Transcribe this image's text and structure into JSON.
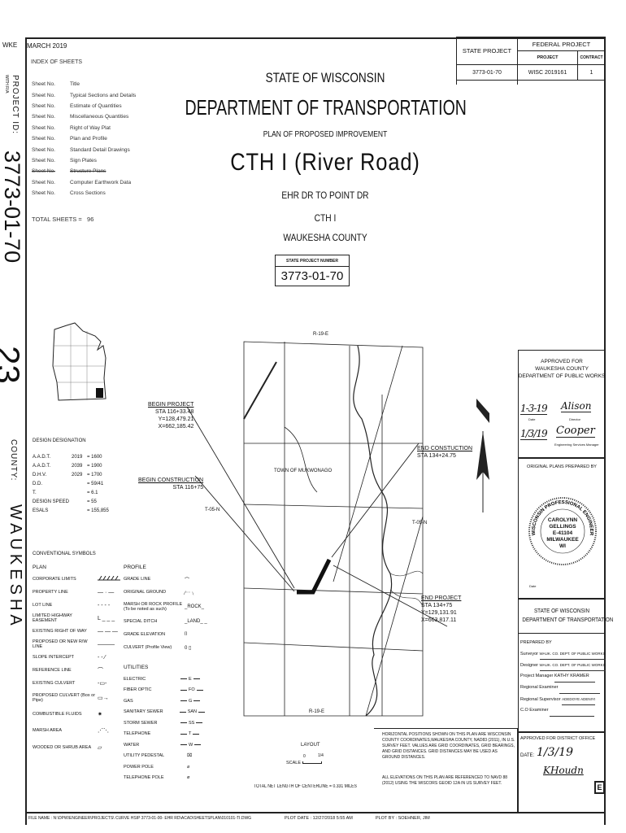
{
  "side": {
    "county_code": "WKE",
    "project_id_label": "PROJECT ID:",
    "within_ra": "WITH R/A",
    "project_id": "3773-01-70",
    "sheet_number": "23",
    "county_label": "COUNTY:",
    "county": "WAUKESHA"
  },
  "header": {
    "date": "MARCH 2019",
    "index_title": "INDEX OF SHEETS"
  },
  "index": [
    {
      "no": "Sheet No.",
      "title": "Title"
    },
    {
      "no": "Sheet No.",
      "title": "Typical Sections and Details"
    },
    {
      "no": "Sheet No.",
      "title": "Estimate of Quantities"
    },
    {
      "no": "Sheet No.",
      "title": "Miscellaneous Quantities"
    },
    {
      "no": "Sheet No.",
      "title": "Right of Way Plat"
    },
    {
      "no": "Sheet No.",
      "title": "Plan and Profile"
    },
    {
      "no": "Sheet No.",
      "title": "Standard Detail Drawings"
    },
    {
      "no": "Sheet No.",
      "title": "Sign Plates"
    },
    {
      "no": "Sheet No.",
      "title": "Structure Plans",
      "struck": true
    },
    {
      "no": "Sheet No.",
      "title": "Computer Earthwork Data"
    },
    {
      "no": "Sheet No.",
      "title": "Cross Sections"
    }
  ],
  "total_sheets_label": "TOTAL SHEETS =",
  "total_sheets": "96",
  "title": {
    "state": "STATE OF WISCONSIN",
    "dept": "DEPARTMENT OF TRANSPORTATION",
    "plan": "PLAN OF PROPOSED IMPROVEMENT",
    "road": "CTH I (River Road)",
    "limits": "EHR DR TO POINT DR",
    "route": "CTH I",
    "county": "WAUKESHA COUNTY",
    "spn_label": "STATE PROJECT NUMBER",
    "spn": "3773-01-70"
  },
  "project_table": {
    "state_project": "STATE PROJECT",
    "federal_project": "FEDERAL PROJECT",
    "project": "PROJECT",
    "contract": "CONTRACT",
    "state_value": "3773-01-70",
    "project_value": "WISC 2019161",
    "contract_value": "1"
  },
  "design": {
    "title": "DESIGN DESIGNATION",
    "rows": [
      {
        "k": "A.A.D.T.",
        "y": "2019",
        "v": "= 1600"
      },
      {
        "k": "A.A.D.T.",
        "y": "2039",
        "v": "= 1900"
      },
      {
        "k": "D.H.V.",
        "y": "2029",
        "v": "= 1700"
      },
      {
        "k": "D.D.",
        "y": "",
        "v": "= 59/41"
      },
      {
        "k": "T.",
        "y": "",
        "v": "= 6.1"
      },
      {
        "k": "DESIGN SPEED",
        "y": "",
        "v": "= 55"
      },
      {
        "k": "ESALS",
        "y": "",
        "v": "= 155,855"
      }
    ]
  },
  "map": {
    "range_top": "R-19-E",
    "range_bottom": "R-19-E",
    "township_left": "T-05-N",
    "township_right": "T-05-N",
    "town": "TOWN OF MUKWONAGO",
    "begin_project": [
      "BEGIN PROJECT",
      "STA 116+33.48",
      "Y=128,479.21",
      "X=662,185.42"
    ],
    "begin_construction": [
      "BEGIN CONSTRUCTION",
      "STA 116+75"
    ],
    "end_construction": [
      "END CONSTUCTION",
      "STA 134+24.75"
    ],
    "end_project": [
      "END PROJECT",
      "STA 134+75",
      "Y=129,131.91",
      "X=663,817.11"
    ]
  },
  "symbols": {
    "title": "CONVENTIONAL SYMBOLS",
    "plan_label": "PLAN",
    "profile_label": "PROFILE",
    "utilities_label": "UTILITIES",
    "plan": [
      "CORPORATE LIMITS",
      "PROPERTY LINE",
      "LOT LINE",
      "LIMITED HIGHWAY EASEMENT",
      "EXISTING RIGHT OF WAY",
      "PROPOSED OR NEW R/W LINE",
      "SLOPE INTERCEPT",
      "REFERENCE LINE",
      "EXISTING CULVERT",
      "PROPOSED CULVERT (Box or Pipe)",
      "COMBUSTIBLE FLUIDS",
      "MARSH AREA",
      "WOODED OR SHRUB AREA"
    ],
    "profile": [
      "GRADE LINE",
      "ORIGINAL GROUND",
      "MARSH OR ROCK PROFILE (To be noted as such)",
      "SPECIAL DITCH",
      "GRADE ELEVATION",
      "CULVERT (Profile View)"
    ],
    "utilities": [
      {
        "n": "ELECTRIC",
        "s": "E"
      },
      {
        "n": "FIBER OPTIC",
        "s": "FO"
      },
      {
        "n": "GAS",
        "s": "G"
      },
      {
        "n": "SANITARY SEWER",
        "s": "SAN"
      },
      {
        "n": "STORM SEWER",
        "s": "SS"
      },
      {
        "n": "TELEPHONE",
        "s": "T"
      },
      {
        "n": "WATER",
        "s": "W"
      },
      {
        "n": "UTILITY PEDESTAL",
        "s": "⌧"
      },
      {
        "n": "POWER POLE",
        "s": "⌀"
      },
      {
        "n": "TELEPHONE POLE",
        "s": "ø"
      }
    ]
  },
  "approval": {
    "l1": "APPROVED FOR",
    "l2": "WAUKESHA COUNTY",
    "l3": "DEPARTMENT OF PUBLIC WORKS",
    "date1": "1-3-19",
    "date_label": "Date",
    "director": "Director",
    "date2": "1/3/19",
    "manager": "Engineering Services Manager"
  },
  "seal": {
    "prepared": "ORIGINAL PLANS PREPARED BY",
    "ring": "WISCONSIN PROFESSIONAL ENGINEER",
    "name1": "CAROLYNN",
    "name2": "GELLINGS",
    "num": "E-41104",
    "city": "MILWAUKEE",
    "state": "WI",
    "date_label": "Date"
  },
  "dept_block": {
    "l1": "STATE OF WISCONSIN",
    "l2": "DEPARTMENT OF TRANSPORTATION"
  },
  "prepared": {
    "label": "PREPARED BY",
    "surveyor_label": "Surveyor",
    "surveyor": "WAUK. CO. DEPT. OF PUBLIC WORKS",
    "designer_label": "Designer",
    "designer": "WAUK. CO. DEPT. OF PUBLIC WORKS",
    "pm_label": "Project Manager",
    "pm": "KATHY KRAMER",
    "re_label": "Regional Examiner",
    "rs_label": "Regional Supervisor",
    "rs": "ADEDOYE ADENIYI",
    "co_label": "C.O Examiner"
  },
  "district": {
    "label": "APPROVED FOR DISTRICT OFFICE",
    "date_label": "DATE:",
    "date": "1/3/19"
  },
  "sheet_letter": "E",
  "layout": {
    "label": "LAYOUT",
    "scale": "SCALE",
    "s0": "0",
    "s1": "1/4",
    "net_length": "TOTAL NET LENGTH OF CENTERLINE = 0.331 MILES"
  },
  "notes": {
    "horizontal": "HORIZONTAL POSITIONS SHOWN ON THIS PLAN ARE WISCONSIN COUNTY COORDINATES,WAUKESHA COUNTY, NAD83 (2011), IN U.S. SURVEY FEET. VALUES ARE GRID COORDINATES, GRID BEARINGS, AND GRID DISTANCES. GRID DISTANCES MAY BE USED AS GROUND DISTANCES.",
    "vertical": "ALL ELEVATIONS ON THIS PLAN ARE REFERENCED TO NAVD 88 (2012) USING THE WISCORS GEOID 12A IN US SURVEY FEET."
  },
  "footer": {
    "file": "FILE NAME : N:\\DPW\\ENGINEER\\PROJECTS\\ CURVE HSIP 3773-01-00- EHR RD\\ACAD\\SHEETSPLAN\\010101-TI.DWG",
    "plot_date": "PLOT DATE : 12/27/2018 5:55 AM",
    "plot_by": "PLOT BY : SOEHNER, JIM"
  }
}
